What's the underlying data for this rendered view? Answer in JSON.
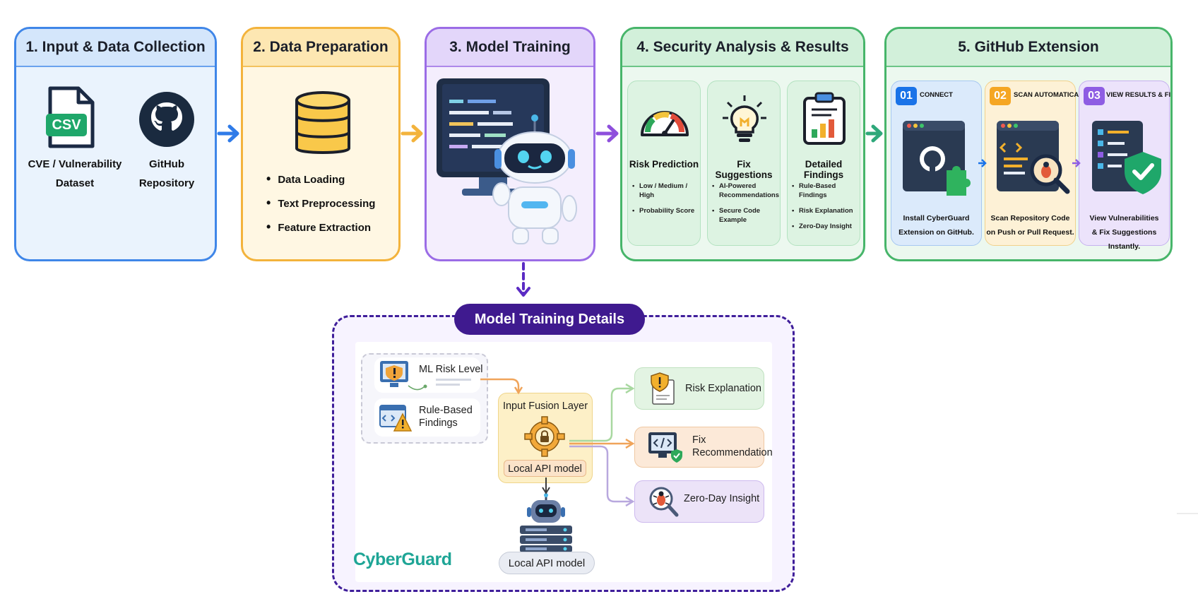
{
  "stages": [
    {
      "title": "1. Input & Data Collection",
      "items": [
        {
          "icon": "csv-file-icon",
          "badge": "CSV",
          "label_lines": [
            "CVE / Vulnerability",
            "Dataset"
          ]
        },
        {
          "icon": "github-icon",
          "label_lines": [
            "GitHub",
            "Repository"
          ]
        }
      ]
    },
    {
      "title": "2. Data Preparation",
      "icon": "database-icon",
      "bullets": [
        "Data Loading",
        "Text Preprocessing",
        "Feature Extraction"
      ]
    },
    {
      "title": "3. Model Training",
      "icon": "robot-with-monitor-icon"
    },
    {
      "title": "4. Security Analysis & Results",
      "cards": [
        {
          "title": "Risk Prediction",
          "icon": "gauge-icon",
          "bullets": [
            "Low / Medium / High",
            "Probability Score"
          ]
        },
        {
          "title": "Fix Suggestions",
          "icon": "lightbulb-icon",
          "bullets": [
            "AI-Powered Recommendations",
            "Secure Code Example"
          ]
        },
        {
          "title": "Detailed Findings",
          "icon": "clipboard-chart-icon",
          "bullets": [
            "Rule-Based Findings",
            "Risk Explanation",
            "Zero-Day Insight"
          ]
        }
      ]
    },
    {
      "title": "5. GitHub Extension",
      "steps": [
        {
          "num": "01",
          "label": "CONNECT",
          "color": "#1a73e8",
          "desc_lines": [
            "Install CyberGuard",
            "Extension on GitHub."
          ],
          "icon": "github-window-puzzle-icon"
        },
        {
          "num": "02",
          "label": "SCAN AUTOMATICALLY",
          "color": "#f5a623",
          "desc_lines": [
            "Scan Repository Code",
            "on Push or Pull Request."
          ],
          "icon": "code-scan-bug-icon"
        },
        {
          "num": "03",
          "label": "VIEW RESULTS & FIX",
          "color": "#8e5de3",
          "desc_lines": [
            "View Vulnerabilities",
            "& Fix Suggestions Instantly."
          ],
          "icon": "results-shield-check-icon"
        }
      ]
    }
  ],
  "details": {
    "title": "Model Training Details",
    "inputs": [
      {
        "label": "ML Risk Level",
        "icon": "monitor-warning-icon"
      },
      {
        "label_lines": [
          "Rule-Based",
          "Findings"
        ],
        "icon": "code-window-warning-icon"
      }
    ],
    "fusion": {
      "title": "Input Fusion Layer",
      "sublabel": "Local API model",
      "icon": "gear-lock-icon"
    },
    "outputs": [
      {
        "label": "Risk Explanation",
        "icon": "shield-document-icon"
      },
      {
        "label_lines": [
          "Fix",
          "Recommendation"
        ],
        "icon": "monitor-code-check-icon"
      },
      {
        "label": "Zero-Day Insight",
        "icon": "bug-magnifier-icon"
      }
    ],
    "server": {
      "label": "Local API model",
      "icon": "robot-server-icon"
    },
    "brand": "CyberGuard"
  },
  "colors": {
    "blue": "#3f86e8",
    "orange": "#f3b33c",
    "purple": "#9b6ce6",
    "green": "#47b56a",
    "navy": "#3f1a8f"
  }
}
